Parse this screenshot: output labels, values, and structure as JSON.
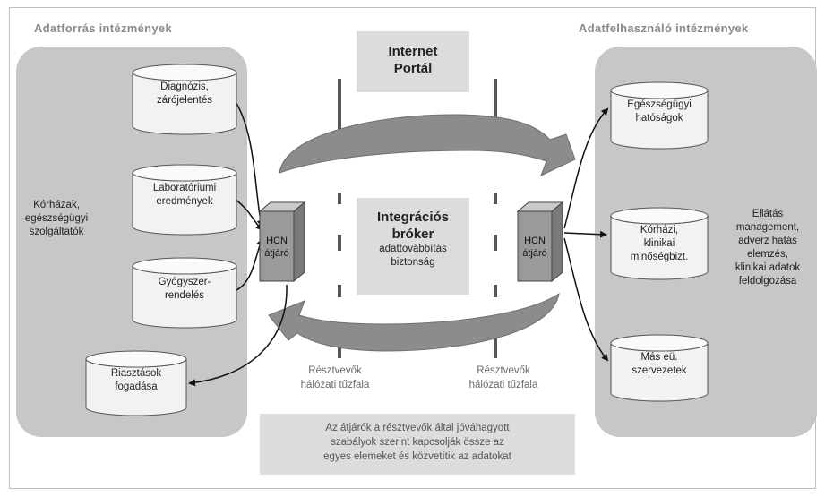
{
  "diagram": {
    "left_panel": {
      "title": "Adatforrás intézmények",
      "side_text": [
        "Kórházak,",
        "egészségügyi",
        "szolgáltatók"
      ],
      "cylinders": [
        [
          "Diagnózis,",
          "zárójelentés"
        ],
        [
          "Laboratóriumi",
          "eredmények"
        ],
        [
          "Gyógyszer-",
          "rendelés"
        ],
        [
          "Riasztások",
          "fogadása"
        ]
      ]
    },
    "right_panel": {
      "title": "Adatfelhasználó intézmények",
      "side_text": [
        "Ellátás",
        "management,",
        "adverz hatás",
        "elemzés,",
        "klinikai adatok",
        "feldolgozása"
      ],
      "cylinders": [
        [
          "Egészségügyi",
          "hatóságok"
        ],
        [
          "Kórházi,",
          "klinikai",
          "minőségbizt."
        ],
        [
          "Más eü.",
          "szervezetek"
        ]
      ]
    },
    "portal": {
      "line1": "Internet",
      "line2": "Portál"
    },
    "broker": {
      "line1": "Integrációs",
      "line2": "bróker",
      "line3": "adattovábbítás",
      "line4": "biztonság"
    },
    "gateway_left": [
      "HCN",
      "átjáró"
    ],
    "gateway_right": [
      "HCN",
      "átjáró"
    ],
    "firewall_left": [
      "Résztvevők",
      "hálózati tűzfala"
    ],
    "firewall_right": [
      "Résztvevők",
      "hálózati tűzfala"
    ],
    "note": [
      "Az átjárók a résztvevők által jóváhagyott",
      "szabályok szerint kapcsolják össze az",
      "egyes elemeket és közvetítik az adatokat"
    ],
    "colors": {
      "panel": "#c7c7c7",
      "cylinder": "#f2f2f2",
      "cube": "#9a9a9a",
      "arrow": "#8c8c8c",
      "box": "#dcdcdc"
    }
  }
}
